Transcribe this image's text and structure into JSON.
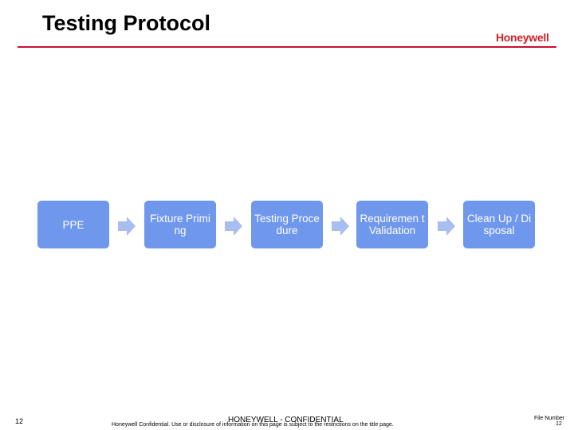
{
  "slide": {
    "title": "Testing Protocol",
    "brand": "Honeywell",
    "colors": {
      "accent_rule": "#c8102e",
      "brand_red": "#d4202a",
      "step_box": "#6f97ec",
      "arrow_fill": "#a8bdf0"
    }
  },
  "process": {
    "steps": [
      {
        "label": "PPE"
      },
      {
        "label": "Fixture Priming"
      },
      {
        "label": "Testing Procedure"
      },
      {
        "label": "Requiremen t Validation"
      },
      {
        "label": "Clean Up / Disposal"
      }
    ],
    "connector_icon": "right-arrow-icon"
  },
  "footer": {
    "page_number": "12",
    "confidential": "HONEYWELL - CONFIDENTIAL",
    "disclaimer": "Honeywell Confidential. Use or disclosure of information on this page is subject to the restrictions on the title page.",
    "file_number_label": "File Number",
    "file_number_value": "12"
  }
}
